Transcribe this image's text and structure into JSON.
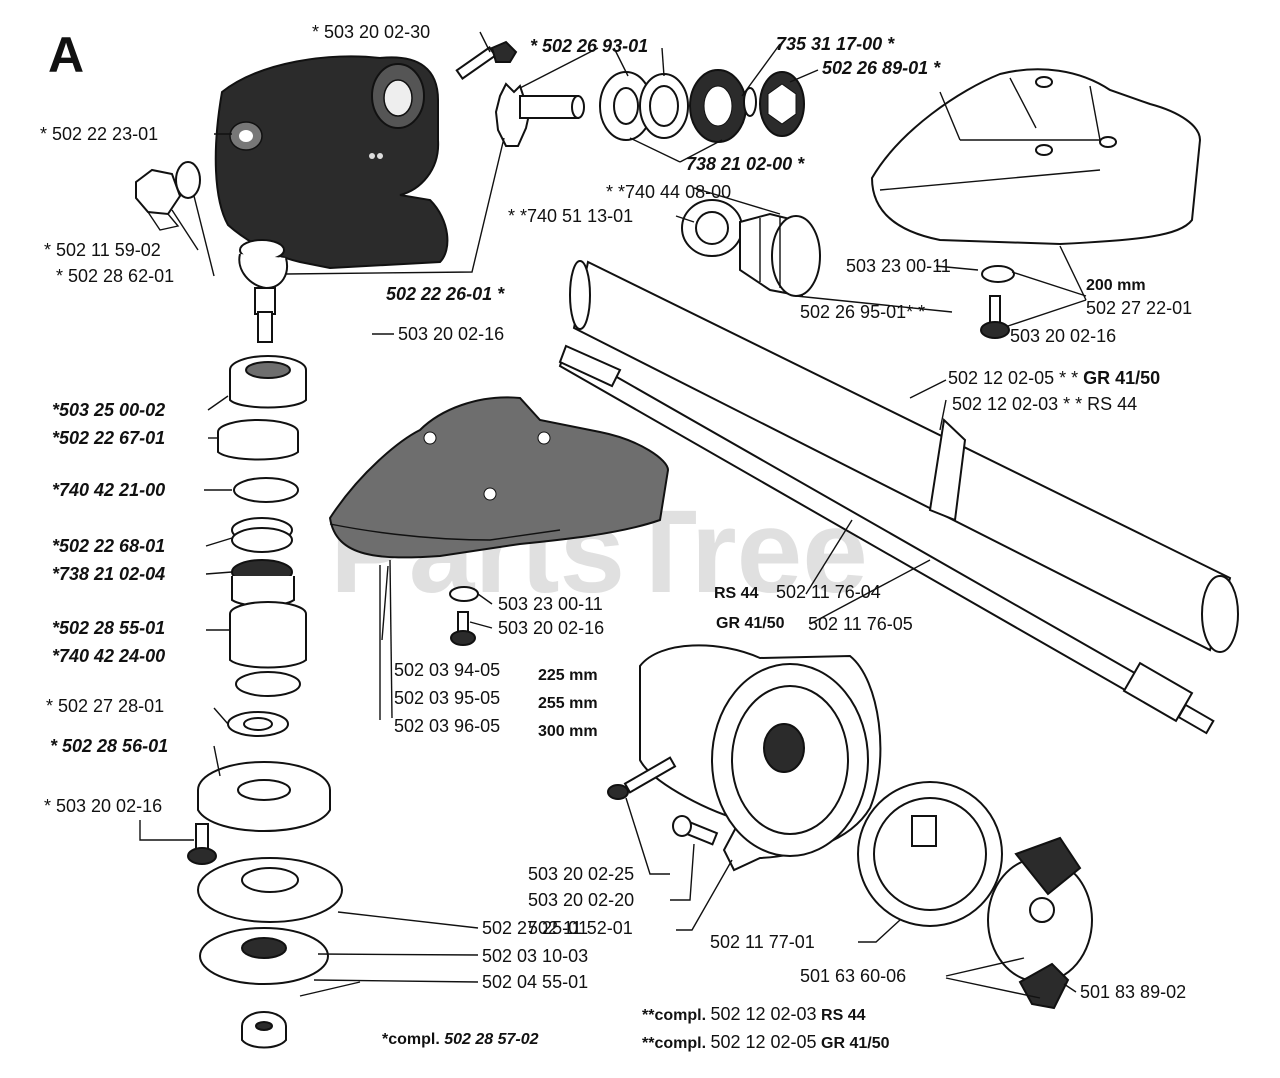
{
  "section_letter": "A",
  "watermark": "PartsTree",
  "labels": {
    "bolt_top": "* 503 20 02-30",
    "pinion_kit": "* 502 26 93-01",
    "bearing_top1": "735 31 17-00 *",
    "nut_top": "502 26 89-01 *",
    "bearing_mid": "738 21 02-00 *",
    "housing": "* 502 22 23-01",
    "plug": "* 502 11 59-02",
    "washer": "* 502 28 62-01",
    "gear": "502 22 26-01 *",
    "screw_a": "503 20 02-16",
    "ring1": "* *740 44 08-00",
    "ring2": "* *740 51 13-01",
    "guard_washer": "503 23 00-11",
    "guard_bolt": "503 20 02-16",
    "guard_size": "200 mm",
    "guard_part": "502 27 22-01",
    "sleeve": "502 26 95-01* *",
    "shaft_gr": "502 12 02-05 * *",
    "shaft_gr_model": "GR 41/50",
    "shaft_rs": "502 12 02-03 * *",
    "shaft_rs_model": "RS 44",
    "s1": "*503 25 00-02",
    "s2": "*502 22 67-01",
    "s3": "*740 42 21-00",
    "s4": "*502 22 68-01",
    "s5": "*738 21 02-04",
    "s6": "*502 28 55-01",
    "s7": "*740 42 24-00",
    "s8": "* 502 27 28-01",
    "s9": "* 502 28 56-01",
    "s10": "* 503 20 02-16",
    "shield_washer": "503 23 00-11",
    "shield_bolt": "503 20 02-16",
    "shield_p1": "502 03 94-05",
    "shield_p2": "502 03 95-05",
    "shield_p3": "502 03 96-05",
    "size1": "225 mm",
    "size2": "255 mm",
    "size3": "300 mm",
    "rs44": "RS 44",
    "rs44_part": "502 11 76-04",
    "gr4150": "GR 41/50",
    "gr4150_part": "502 11 76-05",
    "b1": "502 27 25-01",
    "b2": "502 03 10-03",
    "b3": "502 04 55-01",
    "c1": "503 20 02-25",
    "c2": "503 20 02-20",
    "c3": "502 11 52-01",
    "drum": "502 11 77-01",
    "clutch": "501 63 60-06",
    "shoe": "501 83 89-02",
    "compl_left_prefix": "*compl.",
    "compl_left_num": "502 28 57-02",
    "compl1_prefix": "**compl.",
    "compl1_num": "502 12 02-03",
    "compl1_model": "RS 44",
    "compl2_prefix": "**compl.",
    "compl2_num": "502 12 02-05",
    "compl2_model": "GR 41/50"
  }
}
